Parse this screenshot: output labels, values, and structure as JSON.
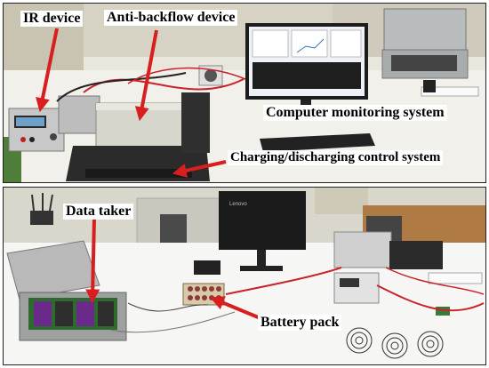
{
  "labels": {
    "ir_device": "IR device",
    "anti_backflow_device": "Anti-backflow device",
    "computer_monitoring_system": "Computer monitoring system",
    "charging_control_system": "Charging/discharging control system",
    "data_taker": "Data taker",
    "battery_pack": "Battery pack"
  },
  "monitor_brand": "Lenovo",
  "colors": {
    "arrow": "#d81e1e",
    "label_text": "#000000"
  }
}
